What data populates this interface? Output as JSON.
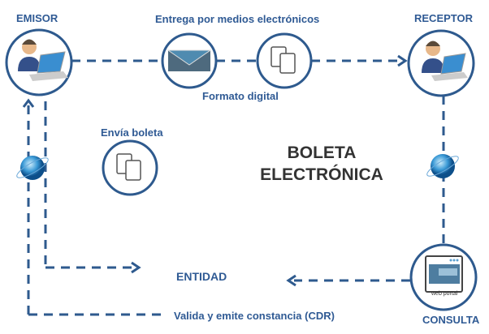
{
  "labels": {
    "emisor": "EMISOR",
    "receptor": "RECEPTOR",
    "entrega": "Entrega por medios electrónicos",
    "formato": "Formato digital",
    "envia": "Envía boleta",
    "title_line1": "BOLETA",
    "title_line2": "ELECTRÓNICA",
    "entidad": "ENTIDAD",
    "valida": "Valida y emite constancia (CDR)",
    "consulta": "CONSULTA",
    "web_portal": "web portal"
  },
  "colors": {
    "line": "#2e5a8e",
    "text": "#2f5a94",
    "title": "#333333"
  }
}
